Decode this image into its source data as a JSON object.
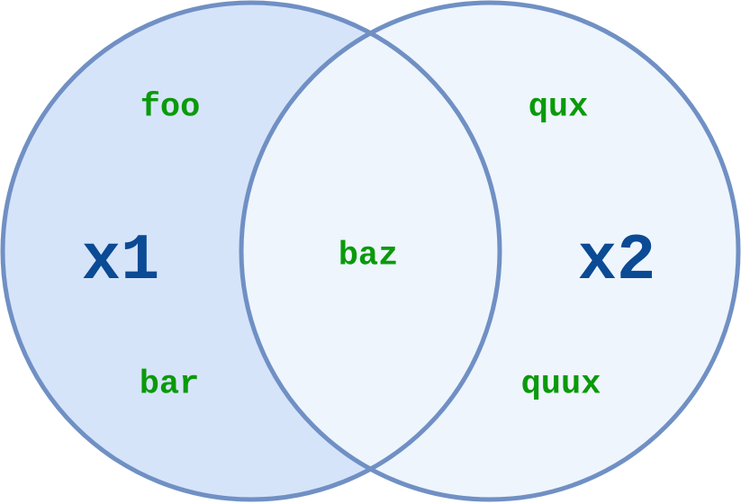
{
  "diagram": {
    "type": "venn",
    "sets": [
      {
        "name": "x1",
        "only": [
          "foo",
          "bar"
        ]
      },
      {
        "name": "x2",
        "only": [
          "qux",
          "quux"
        ]
      }
    ],
    "intersection": [
      "baz"
    ],
    "colors": {
      "left_fill": "#d6e4fa",
      "right_fill": "#eef5fd",
      "stroke": "#7090c4",
      "element_text": "#0a9a0a",
      "set_name_text": "#0b4a94"
    }
  },
  "labels": {
    "x1": "x1",
    "x2": "x2",
    "foo": "foo",
    "bar": "bar",
    "baz": "baz",
    "qux": "qux",
    "quux": "quux"
  }
}
